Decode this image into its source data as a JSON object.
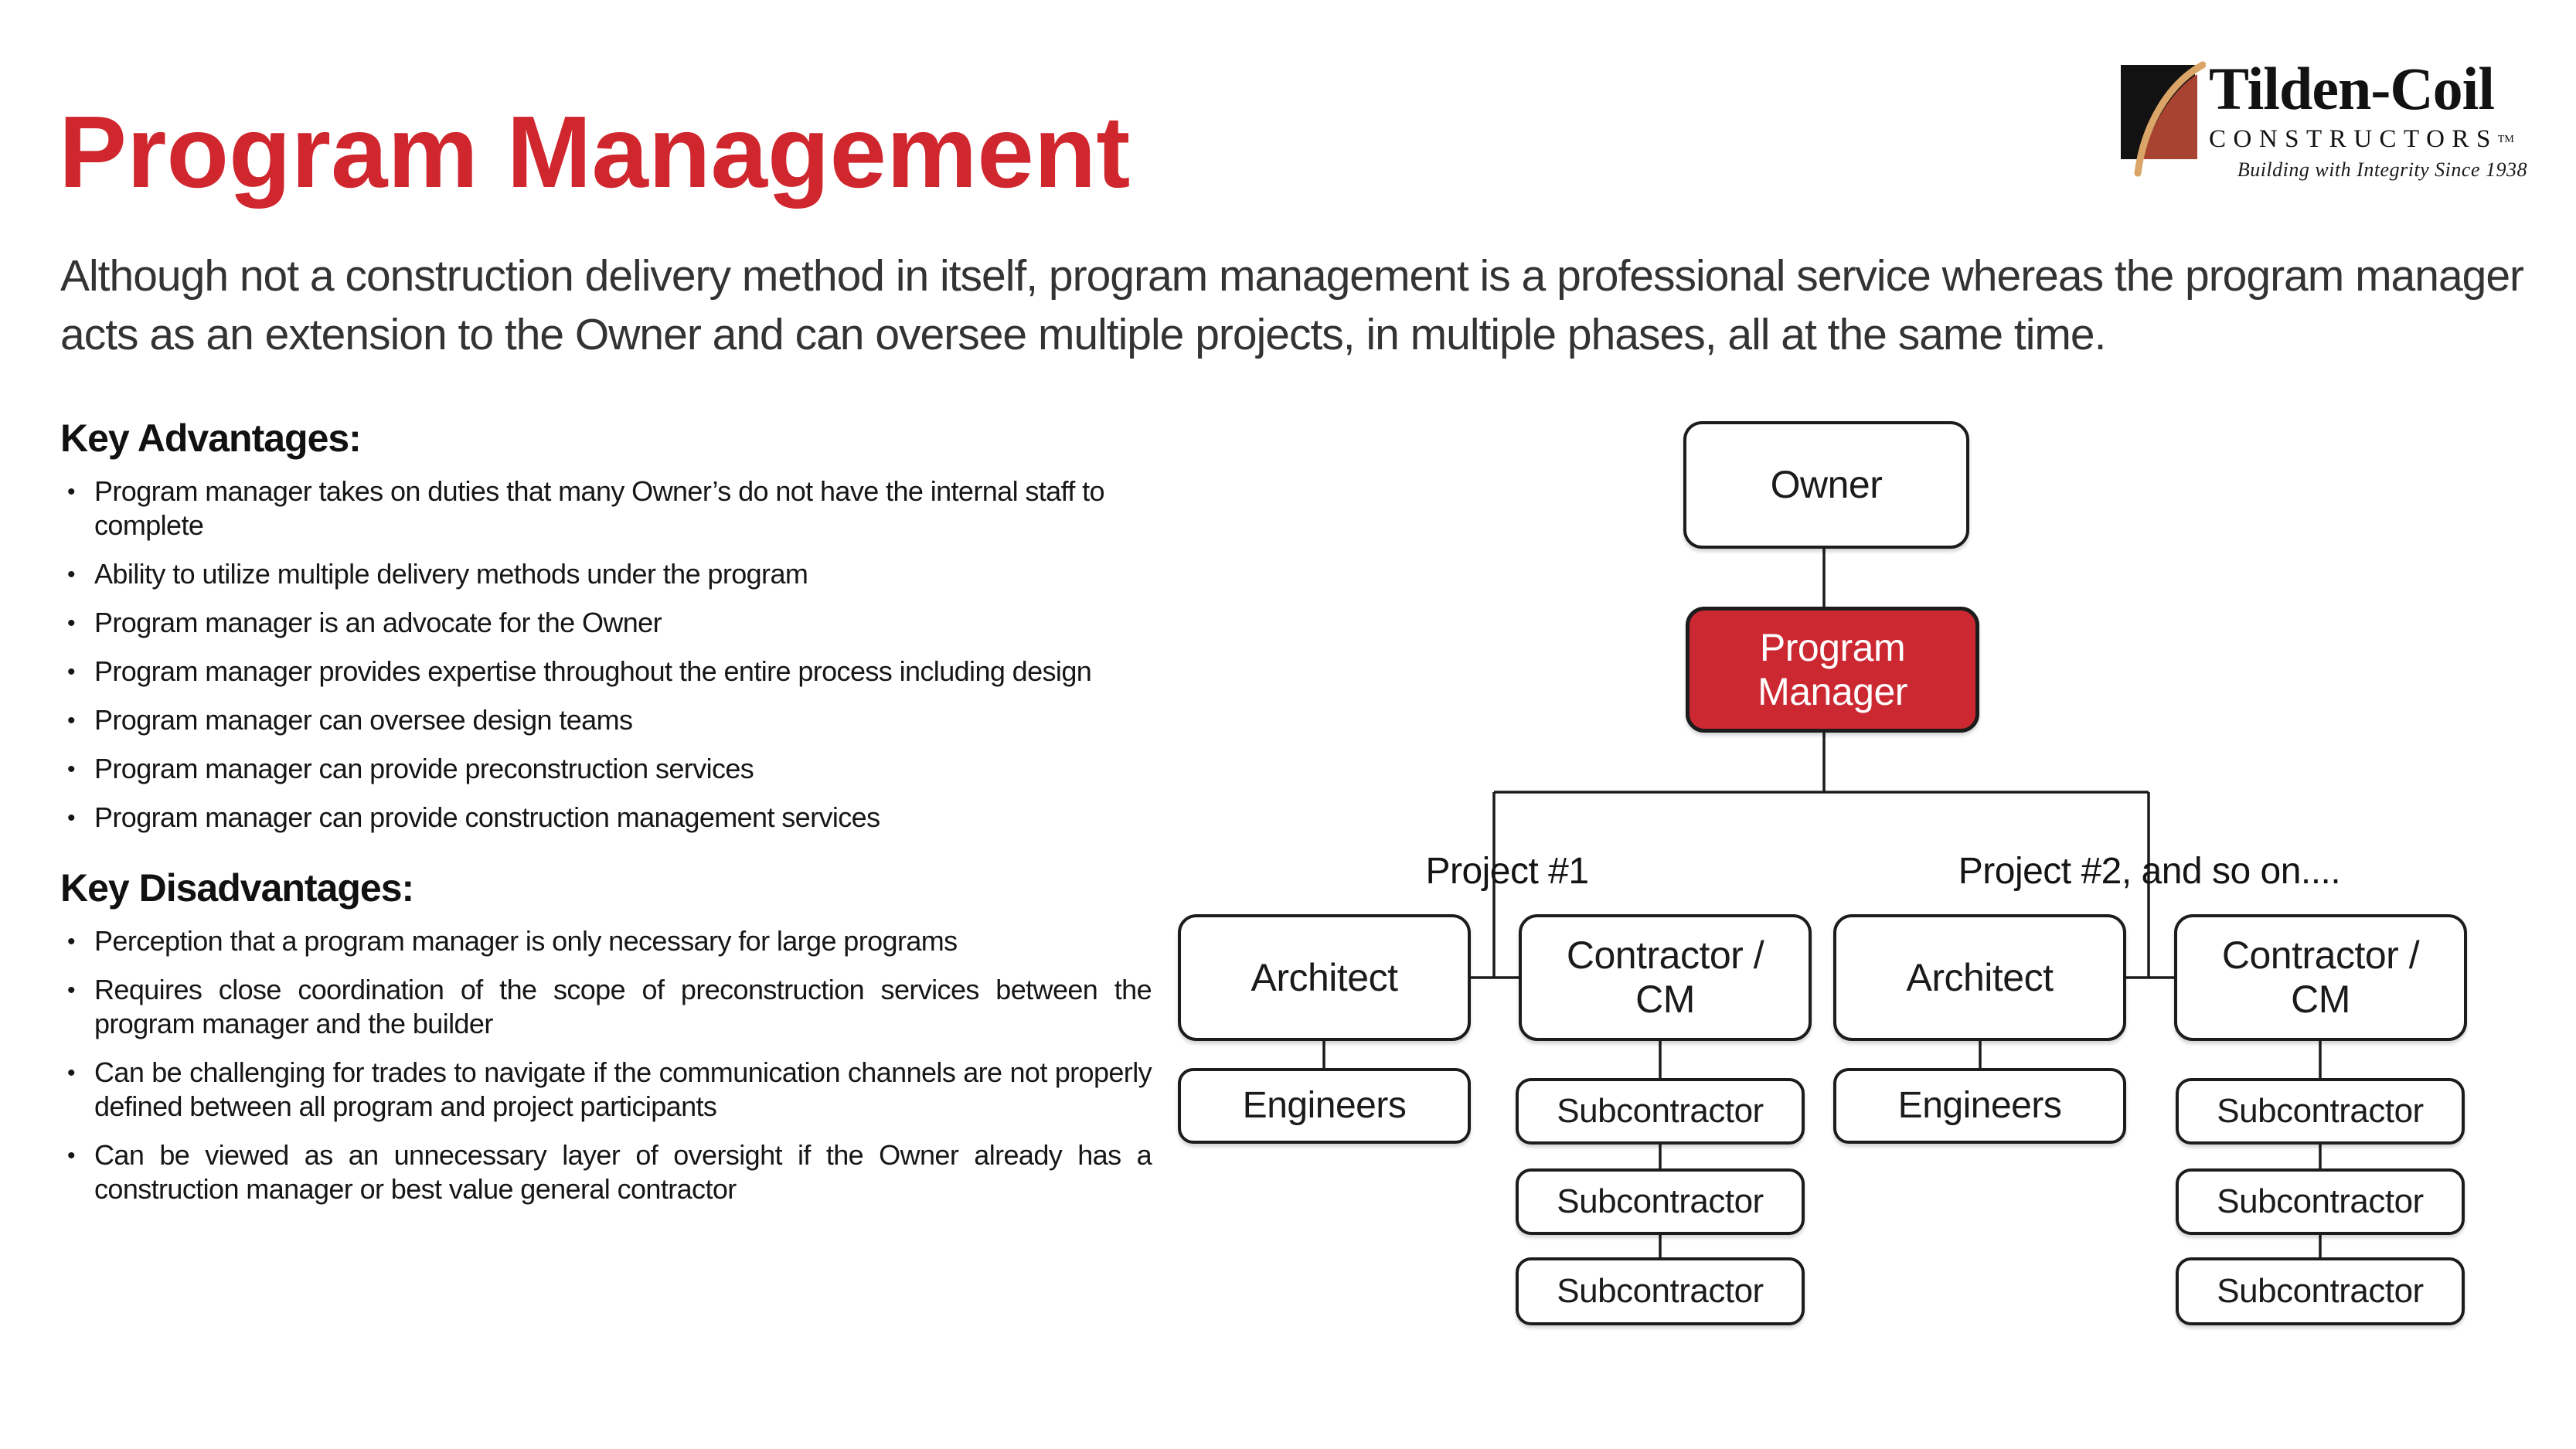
{
  "page": {
    "title": "Program Management",
    "intro": "Although not a construction delivery method in itself, program management is a professional service whereas the program manager acts as an extension to the Owner and can oversee multiple projects, in multiple phases, all at the same time.",
    "accent_red": "#D0262E"
  },
  "logo": {
    "name": "Tilden-Coil",
    "subtitle": "CONSTRUCTORS",
    "trademark": "TM",
    "tagline": "Building with Integrity Since 1938",
    "colors": {
      "black": "#121212",
      "brick": "#A84231",
      "gold": "#DBA568"
    }
  },
  "advantages": {
    "heading": "Key Advantages:",
    "items": [
      "Program manager takes on duties that many Owner’s do not have the internal staff to complete",
      "Ability to utilize multiple delivery methods under the program",
      "Program manager is an advocate for the Owner",
      "Program manager provides expertise throughout the entire process including design",
      "Program manager can oversee design teams",
      "Program manager can provide preconstruction services",
      "Program manager can provide construction management services"
    ]
  },
  "disadvantages": {
    "heading": "Key Disadvantages:",
    "items": [
      "Perception that a program manager is only necessary for large programs",
      "Requires close coordination of the scope of preconstruction services between the program manager and the builder",
      "Can be challenging for trades to navigate if the communication channels are not properly defined between all program and project participants",
      "Can be viewed as an unnecessary layer of oversight if the Owner already has a construction manager or best value general contractor"
    ]
  },
  "diagram": {
    "owner": "Owner",
    "program_manager": "Program Manager",
    "program_manager_color": "#CC2832",
    "project1_label": "Project #1",
    "project2_label": "Project #2, and so on....",
    "architect": "Architect",
    "contractor_cm": "Contractor / CM",
    "engineers": "Engineers",
    "subcontractor": "Subcontractor",
    "line_color": "#1b1b1b"
  }
}
